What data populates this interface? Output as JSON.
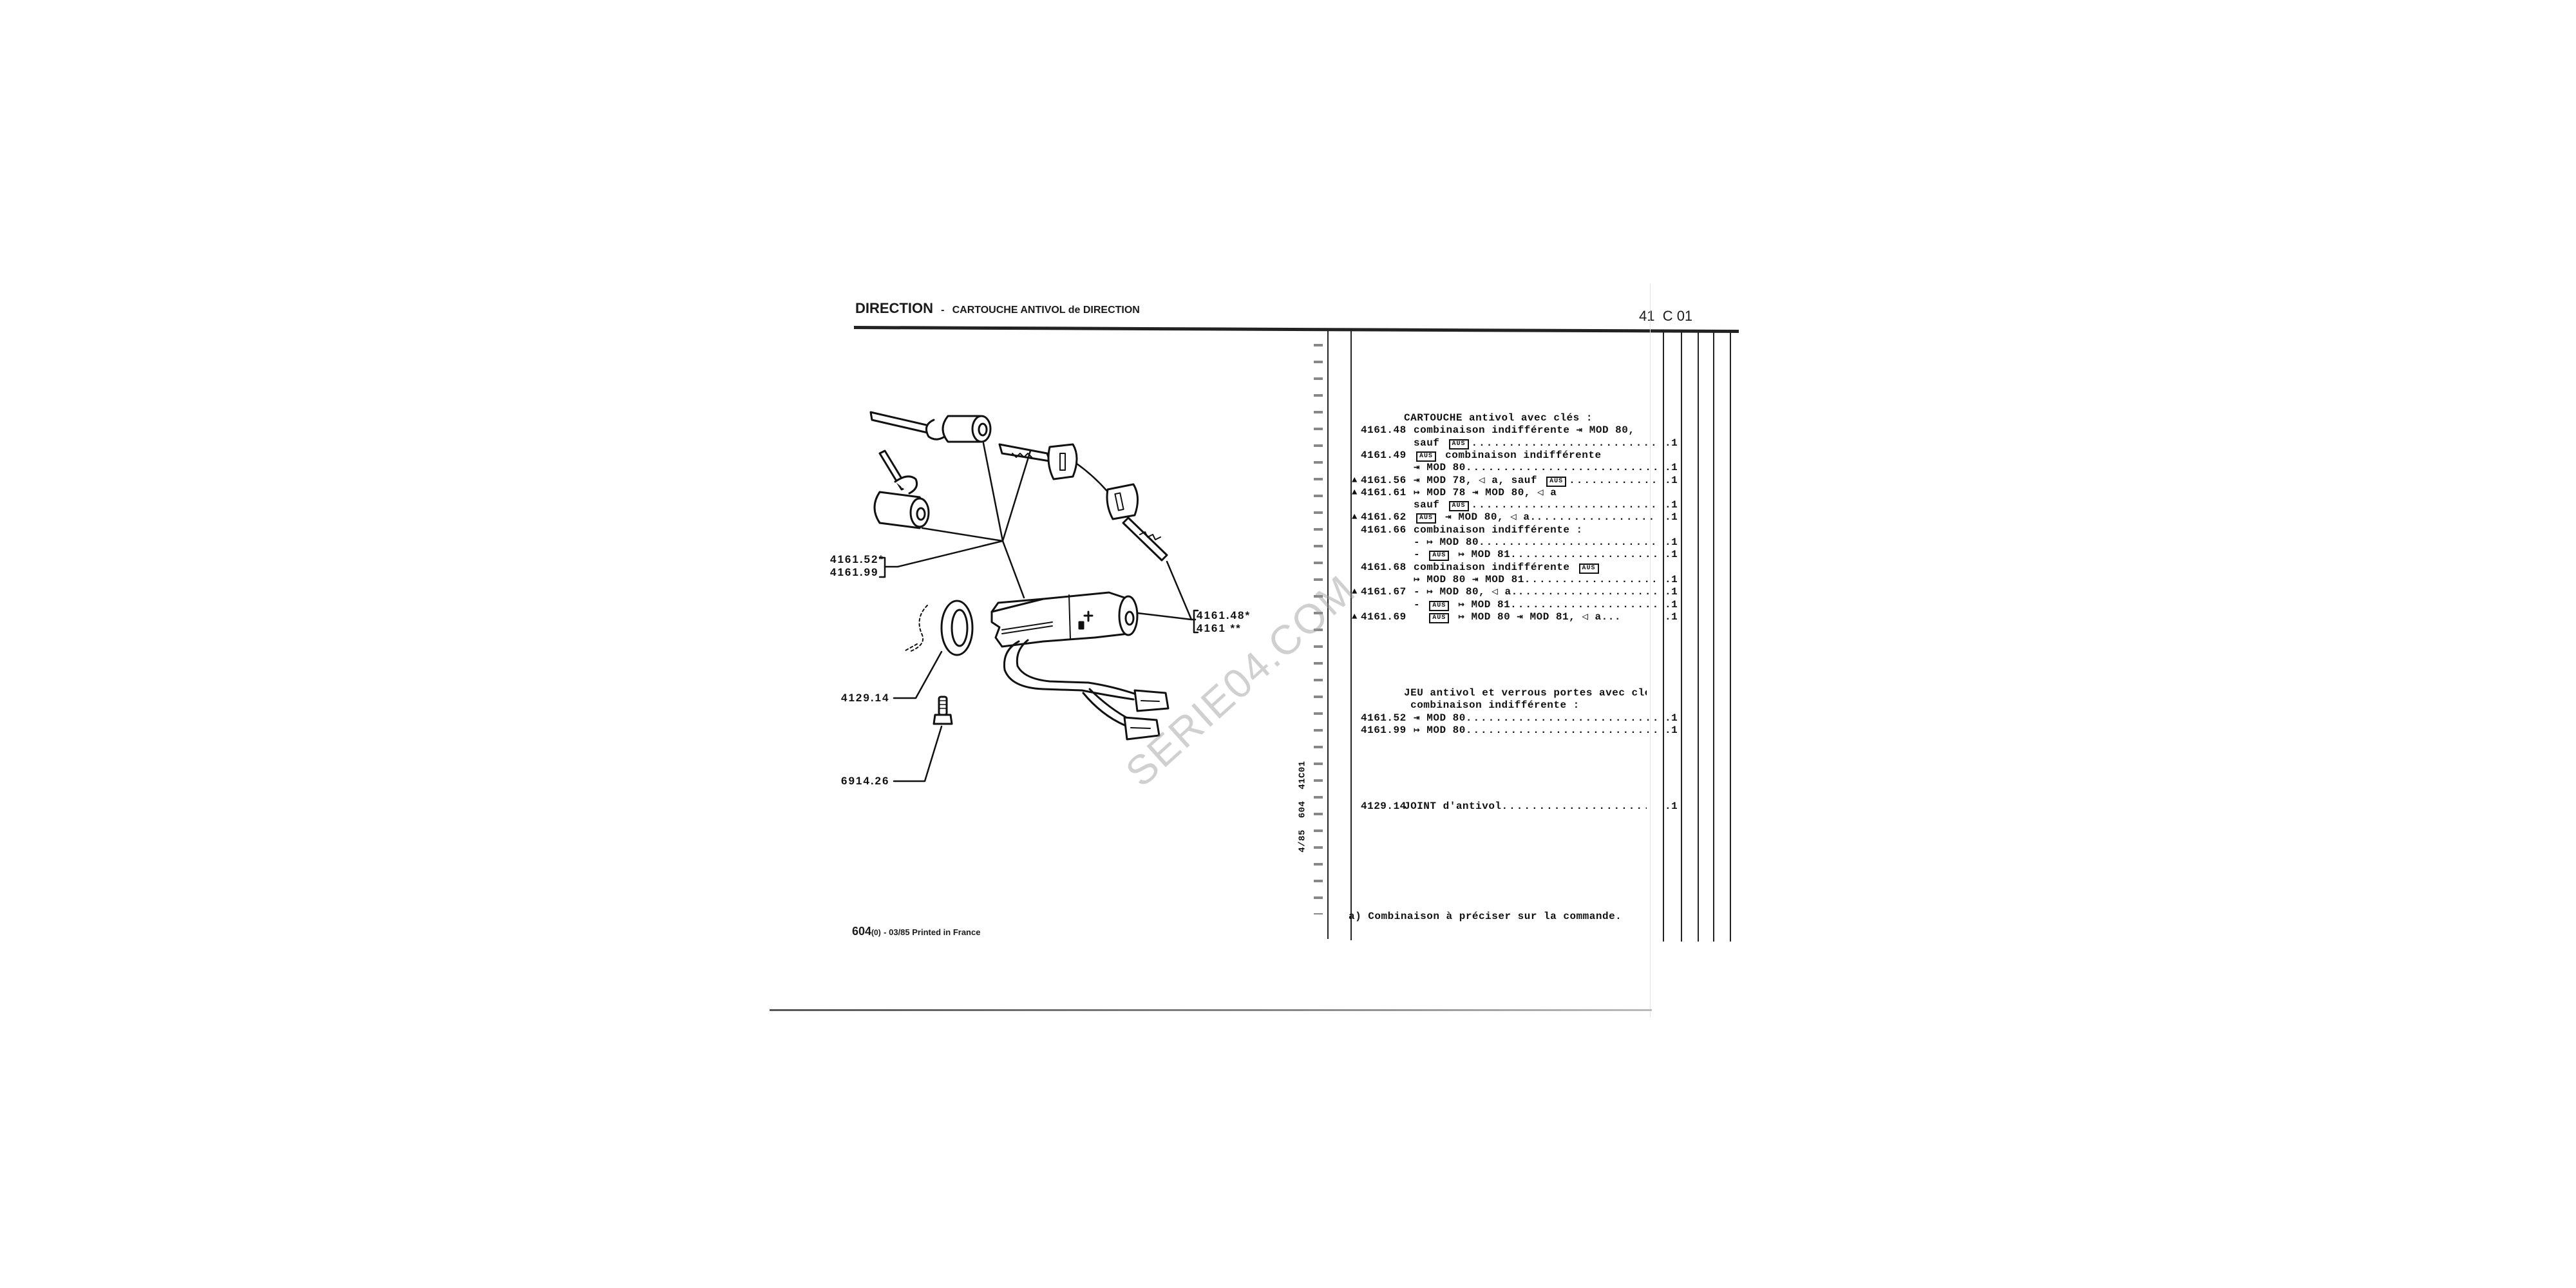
{
  "header": {
    "section": "DIRECTION",
    "separator": "-",
    "subtitle": "CARTOUCHE ANTIVOL de DIRECTION",
    "page_code": "41  C 01"
  },
  "side_code": "4/85  604  41C01",
  "diagram": {
    "labels": {
      "set_a": "4161.52*",
      "set_b": "4161.99",
      "cart_a": "4161.48*",
      "cart_b": "4161 **",
      "joint": "4129.14",
      "screw": "6914.26"
    },
    "watermark": "SERIE04.COM"
  },
  "list": {
    "block1": [
      {
        "marker": "",
        "ref": "",
        "desc": "CARTOUCHE antivol avec clés :",
        "lead": false,
        "qty": "",
        "title": true
      },
      {
        "marker": "",
        "ref": "4161.48",
        "desc": "combinaison indifférente ⇥ MOD 80,",
        "lead": false,
        "qty": ""
      },
      {
        "marker": "",
        "ref": "",
        "desc": "sauf [AUS]",
        "lead": true,
        "qty": ".1"
      },
      {
        "marker": "",
        "ref": "4161.49",
        "desc": "[AUS] combinaison indifférente",
        "lead": false,
        "qty": ""
      },
      {
        "marker": "",
        "ref": "",
        "desc": "⇥ MOD 80",
        "lead": true,
        "qty": ".1"
      },
      {
        "marker": "▲",
        "ref": "4161.56",
        "desc": "⇥ MOD 78, ◁ a, sauf [AUS]",
        "lead": true,
        "qty": ".1"
      },
      {
        "marker": "▲",
        "ref": "4161.61",
        "desc": "↦ MOD 78 ⇥ MOD 80, ◁ a",
        "lead": false,
        "qty": ""
      },
      {
        "marker": "",
        "ref": "",
        "desc": "sauf [AUS]",
        "lead": true,
        "qty": ".1"
      },
      {
        "marker": "▲",
        "ref": "4161.62",
        "desc": "[AUS] ⇥ MOD 80, ◁ a.",
        "lead": true,
        "qty": ".1"
      },
      {
        "marker": "",
        "ref": "4161.66",
        "desc": "combinaison indifférente :",
        "lead": false,
        "qty": ""
      },
      {
        "marker": "",
        "ref": "",
        "desc": "- ↦ MOD 80",
        "lead": true,
        "qty": ".1"
      },
      {
        "marker": "",
        "ref": "",
        "desc": "- [AUS] ↦ MOD 81",
        "lead": true,
        "qty": ".1"
      },
      {
        "marker": "",
        "ref": "4161.68",
        "desc": "combinaison indifférente [AUS]",
        "lead": false,
        "qty": ""
      },
      {
        "marker": "",
        "ref": "",
        "desc": "↦ MOD 80 ⇥ MOD 81",
        "lead": true,
        "qty": ".1"
      },
      {
        "marker": "▲",
        "ref": "4161.67",
        "desc": "- ↦ MOD 80, ◁ a.",
        "lead": true,
        "qty": ".1"
      },
      {
        "marker": "",
        "ref": "",
        "desc": "- [AUS] ↦ MOD 81",
        "lead": true,
        "qty": ".1"
      },
      {
        "marker": "▲",
        "ref": "4161.69",
        "desc": "  [AUS] ↦ MOD 80 ⇥ MOD 81, ◁ a...",
        "lead": false,
        "qty": ".1"
      }
    ],
    "block2": [
      {
        "marker": "",
        "ref": "",
        "desc": "JEU antivol et verrous portes avec clés,",
        "lead": false,
        "qty": "",
        "title": true
      },
      {
        "marker": "",
        "ref": "",
        "desc": " combinaison indifférente :",
        "lead": false,
        "qty": "",
        "title": true
      },
      {
        "marker": "",
        "ref": "4161.52",
        "desc": "⇥ MOD 80",
        "lead": true,
        "qty": ".1"
      },
      {
        "marker": "",
        "ref": "4161.99",
        "desc": "↦ MOD 80",
        "lead": true,
        "qty": ".1"
      }
    ],
    "block3": [
      {
        "marker": "",
        "ref": "4129.14",
        "desc": "JOINT d'antivol",
        "lead": true,
        "qty": ".1",
        "title": true
      }
    ]
  },
  "footnote": "a) Combinaison à préciser sur la commande.",
  "footer": {
    "model": "604",
    "edition": "(0)",
    "date_print": "- 03/85 Printed in France"
  }
}
